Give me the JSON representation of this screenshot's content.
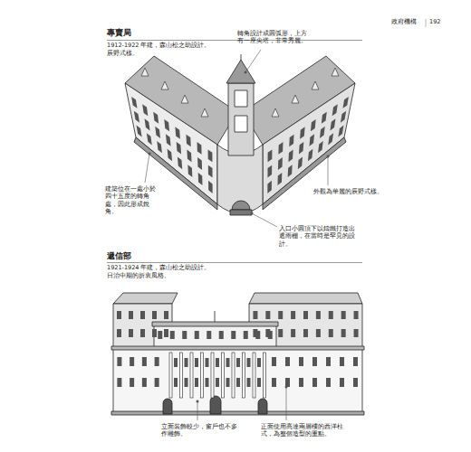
{
  "diagram": {
    "labels": [
      "政府機構",
      "192",
      "專賣局",
      "1912-1922 年建，森山松之助設計。",
      "辰野式樣。",
      "轉角設計成圓弧形，上方有一座尖塔，非常秀麗。",
      "建築位在一處小於四十五度的轉角處，因此形成銳角。",
      "外觀為華麗的辰野式樣。",
      "入口小圓頂下以鑄鐵打造出遮雨棚，在當時是罕見的設計。",
      "遞信部",
      "1921-1924 年建，森山松之助設計。",
      "日治中期的折衷風格。",
      "立面裝飾較少，窗戶也不多作雕飾。",
      "正面使用高達兩層樓的西洋柱式，為整個造型的重點。"
    ]
  }
}
